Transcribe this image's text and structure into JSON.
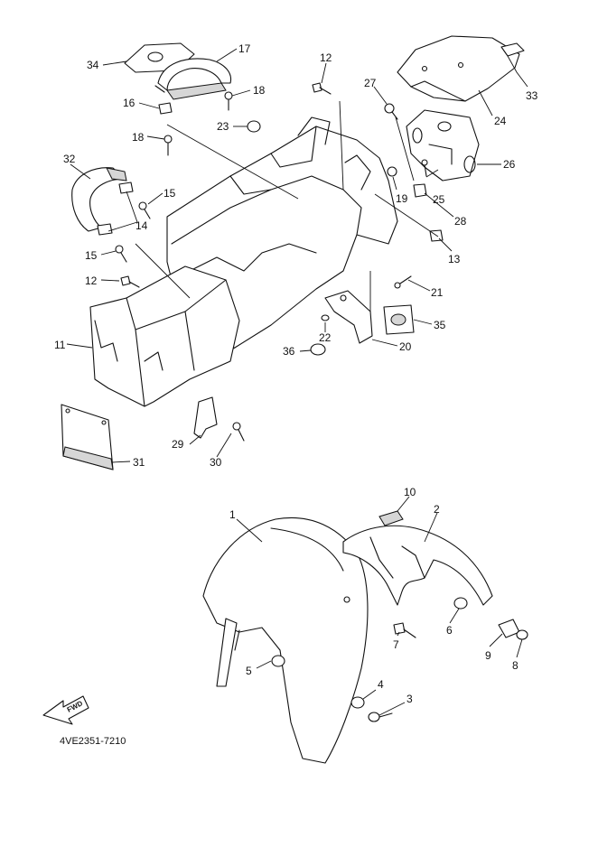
{
  "diagram": {
    "code": "4VE2351-7210",
    "fwd_label": "FWD",
    "callouts": [
      {
        "id": "34",
        "text": "34"
      },
      {
        "id": "17",
        "text": "17"
      },
      {
        "id": "12a",
        "text": "12"
      },
      {
        "id": "27",
        "text": "27"
      },
      {
        "id": "33",
        "text": "33"
      },
      {
        "id": "16",
        "text": "16"
      },
      {
        "id": "18a",
        "text": "18"
      },
      {
        "id": "23",
        "text": "23"
      },
      {
        "id": "24",
        "text": "24"
      },
      {
        "id": "18b",
        "text": "18"
      },
      {
        "id": "26",
        "text": "26"
      },
      {
        "id": "32",
        "text": "32"
      },
      {
        "id": "15a",
        "text": "15"
      },
      {
        "id": "19",
        "text": "19"
      },
      {
        "id": "25",
        "text": "25"
      },
      {
        "id": "14",
        "text": "14"
      },
      {
        "id": "28",
        "text": "28"
      },
      {
        "id": "13",
        "text": "13"
      },
      {
        "id": "15b",
        "text": "15"
      },
      {
        "id": "12b",
        "text": "12"
      },
      {
        "id": "21",
        "text": "21"
      },
      {
        "id": "22",
        "text": "22"
      },
      {
        "id": "35",
        "text": "35"
      },
      {
        "id": "11",
        "text": "11"
      },
      {
        "id": "36",
        "text": "36"
      },
      {
        "id": "20",
        "text": "20"
      },
      {
        "id": "29",
        "text": "29"
      },
      {
        "id": "30",
        "text": "30"
      },
      {
        "id": "31",
        "text": "31"
      },
      {
        "id": "10",
        "text": "10"
      },
      {
        "id": "1",
        "text": "1"
      },
      {
        "id": "2",
        "text": "2"
      },
      {
        "id": "6",
        "text": "6"
      },
      {
        "id": "7",
        "text": "7"
      },
      {
        "id": "9",
        "text": "9"
      },
      {
        "id": "8",
        "text": "8"
      },
      {
        "id": "5",
        "text": "5"
      },
      {
        "id": "4",
        "text": "4"
      },
      {
        "id": "3",
        "text": "3"
      }
    ]
  }
}
